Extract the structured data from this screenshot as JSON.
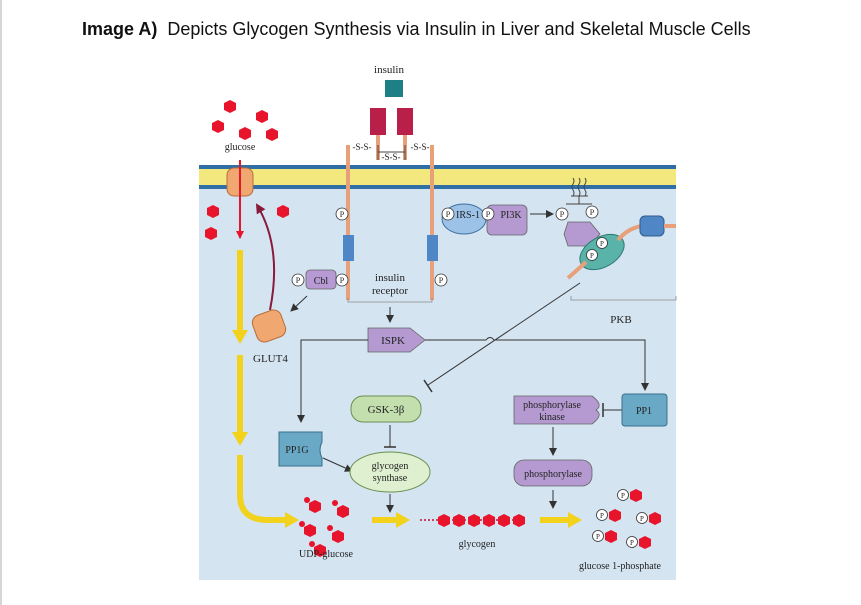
{
  "title": {
    "prefix": "Image A)",
    "text": "Depicts Glycogen Synthesis via Insulin in Liver and Skeletal Muscle Cells"
  },
  "diagram": {
    "labels": {
      "insulin": "insulin",
      "glucose": "glucose",
      "ss1": "-S-S-",
      "ss2": "-S-S-",
      "ss3": "-S-S-",
      "irs1": "IRS-1",
      "pi3k": "PI3K",
      "cbl": "Cbl",
      "insulin_receptor_line1": "insulin",
      "insulin_receptor_line2": "receptor",
      "pkb": "PKB",
      "glut4": "GLUT4",
      "ispk": "ISPK",
      "gsk3b": "GSK-3β",
      "phosphorylase_kinase_line1": "phosphorylase",
      "phosphorylase_kinase_line2": "kinase",
      "pp1": "PP1",
      "pp1g": "PP1G",
      "glycogen_synthase_line1": "glycogen",
      "glycogen_synthase_line2": "synthase",
      "phosphorylase": "phosphorylase",
      "udp_glucose": "UDP-glucose",
      "glycogen": "glycogen",
      "glucose_1_phosphate": "glucose 1-phosphate",
      "p": "P"
    },
    "colors": {
      "cytoplasm": "#d4e4f1",
      "membrane_blue": "#2f6fa6",
      "membrane_yellow": "#f3e87e",
      "glucose_red": "#e8142c",
      "receptor_red": "#b8204a",
      "insulin_teal": "#1f7f86",
      "receptor_blue": "#4f86c6",
      "receptor_orange": "#e8a07a",
      "purple": "#b49ad0",
      "blue_bubble": "#9cc2e8",
      "green": "#c3dfae",
      "pale_green": "#def0cf",
      "teal_box": "#69a9c5",
      "glut4_orange": "#f0a870",
      "yellow_arrow": "#f2d21c",
      "cbl_purple": "#b79ad4"
    }
  }
}
